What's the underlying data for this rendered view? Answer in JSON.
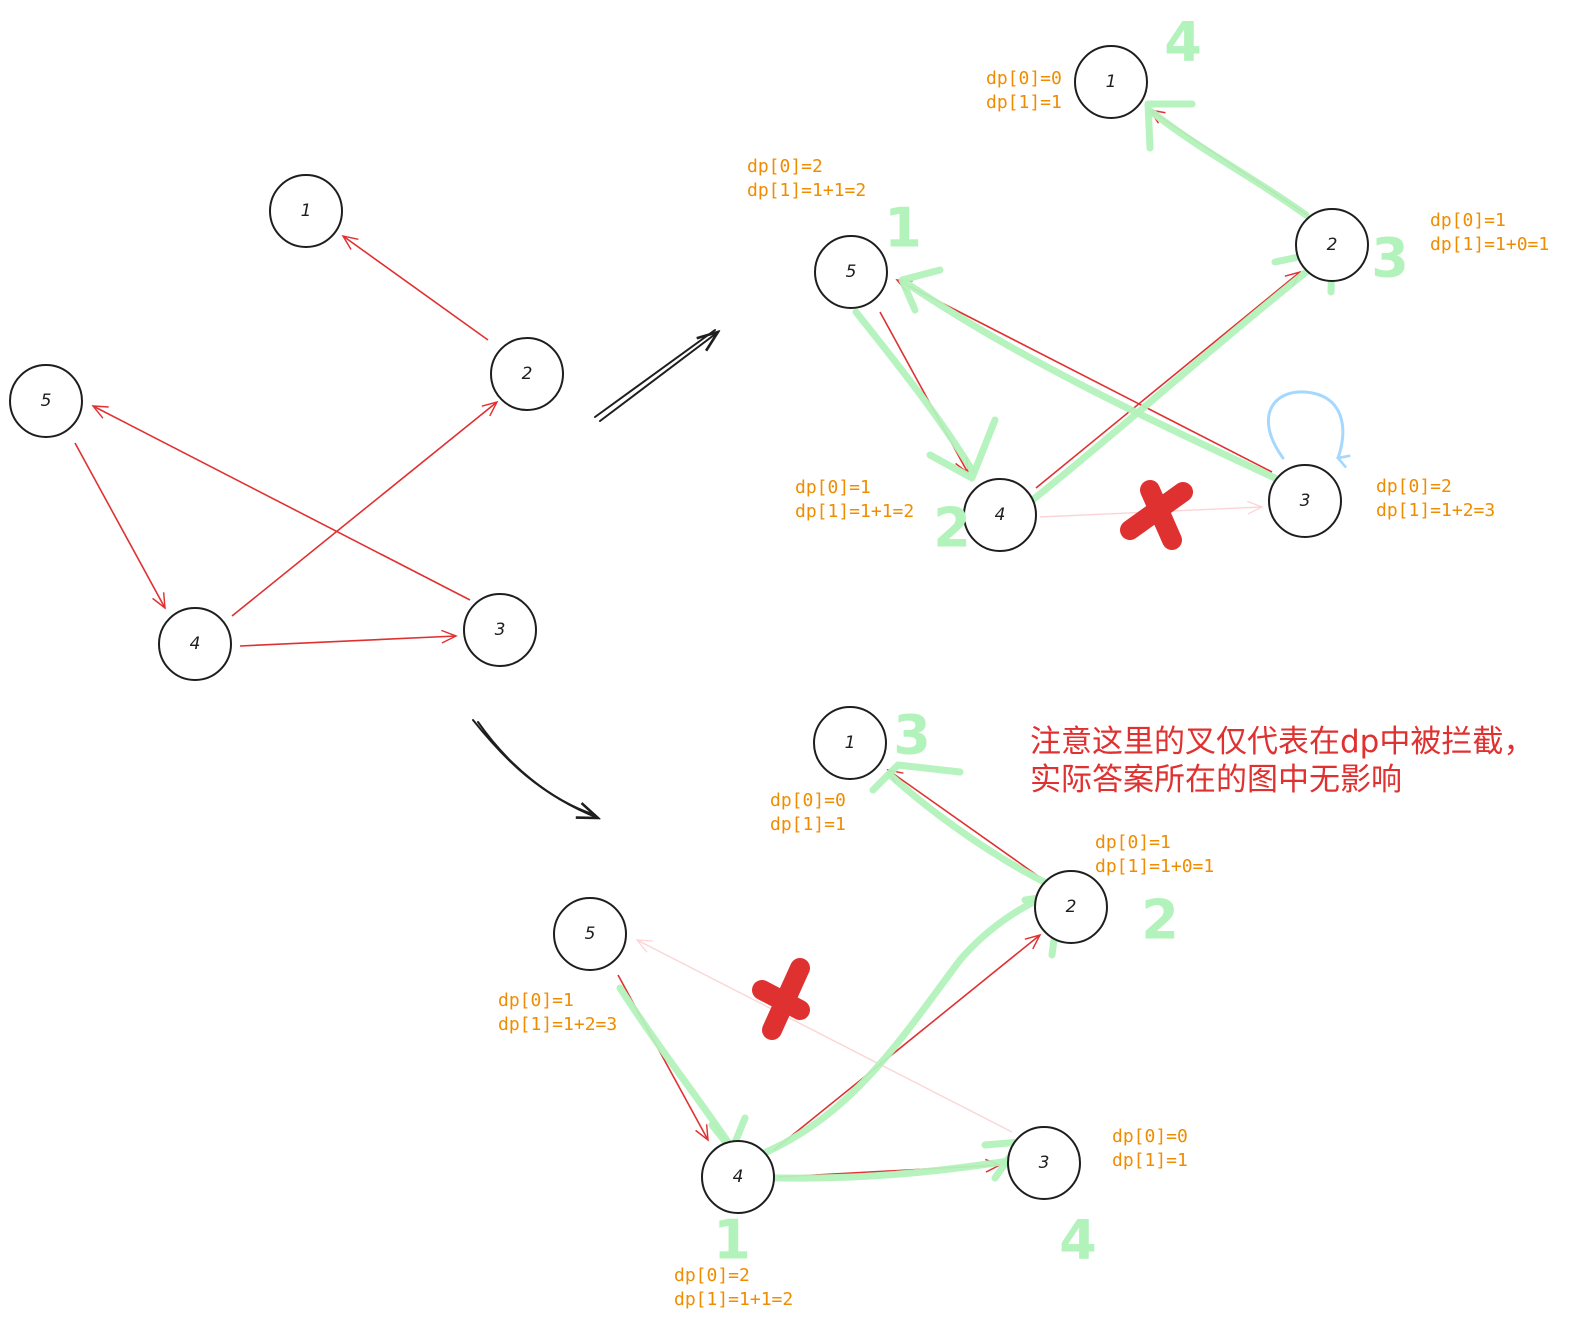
{
  "graphs": {
    "original": {
      "nodes": [
        {
          "id": "1",
          "label": "1"
        },
        {
          "id": "2",
          "label": "2"
        },
        {
          "id": "3",
          "label": "3"
        },
        {
          "id": "4",
          "label": "4"
        },
        {
          "id": "5",
          "label": "5"
        }
      ],
      "edges": [
        {
          "from": "2",
          "to": "1"
        },
        {
          "from": "3",
          "to": "5"
        },
        {
          "from": "5",
          "to": "4"
        },
        {
          "from": "4",
          "to": "2"
        },
        {
          "from": "4",
          "to": "3"
        }
      ]
    },
    "variant_a": {
      "nodes": [
        {
          "id": "1",
          "label": "1",
          "dp": [
            "dp[0]=0",
            "dp[1]=1"
          ],
          "order": "4"
        },
        {
          "id": "2",
          "label": "2",
          "dp": [
            "dp[0]=1",
            "dp[1]=1+0=1"
          ],
          "order": "3"
        },
        {
          "id": "3",
          "label": "3",
          "dp": [
            "dp[0]=2",
            "dp[1]=1+2=3"
          ],
          "order": ""
        },
        {
          "id": "4",
          "label": "4",
          "dp": [
            "dp[0]=1",
            "dp[1]=1+1=2"
          ],
          "order": "2"
        },
        {
          "id": "5",
          "label": "5",
          "dp": [
            "dp[0]=2",
            "dp[1]=1+1=2"
          ],
          "order": "1"
        }
      ],
      "blocked_edge": {
        "from": "4",
        "to": "3"
      },
      "self_loop": "3"
    },
    "variant_b": {
      "nodes": [
        {
          "id": "1",
          "label": "1",
          "dp": [
            "dp[0]=0",
            "dp[1]=1"
          ],
          "order": "3"
        },
        {
          "id": "2",
          "label": "2",
          "dp": [
            "dp[0]=1",
            "dp[1]=1+0=1"
          ],
          "order": "2"
        },
        {
          "id": "3",
          "label": "3",
          "dp": [
            "dp[0]=0",
            "dp[1]=1"
          ],
          "order": "4"
        },
        {
          "id": "4",
          "label": "4",
          "dp": [
            "dp[0]=2",
            "dp[1]=1+1=2"
          ],
          "order": "1"
        },
        {
          "id": "5",
          "label": "5",
          "dp": [
            "dp[0]=1",
            "dp[1]=1+2=3"
          ],
          "order": ""
        }
      ],
      "blocked_edge": {
        "from": "3",
        "to": "5"
      }
    }
  },
  "note": {
    "line1": "注意这里的叉仅代表在dp中被拦截，",
    "line2": "实际答案所在的图中无影响"
  },
  "colors": {
    "node_stroke": "#1e1e1e",
    "edge": "#e03131",
    "highlight": "#b2f2bb",
    "dp_text": "#f08c00",
    "note_text": "#e03131",
    "self_loop": "#a5d8ff"
  }
}
